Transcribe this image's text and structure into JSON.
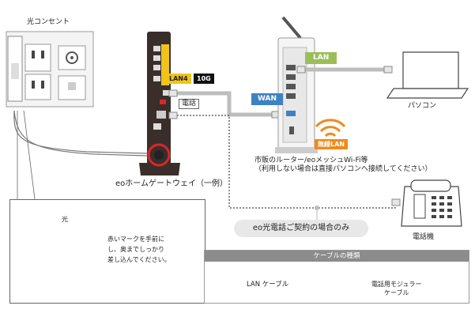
{
  "outlet": {
    "label": "光コンセント"
  },
  "gateway": {
    "label": "eoホームゲートウェイ（一例）",
    "lan_port_label": "LAN4",
    "lan_speed_badge": "10G",
    "phone_port_label": "電話"
  },
  "router": {
    "wan_tag": "WAN",
    "lan_tag": "LAN",
    "wireless_tag": "無線LAN",
    "caption_line1": "市販のルーター/eoメッシュWi-Fi等",
    "caption_line2": "（利用しない場合は直接パソコンへ接続してください）"
  },
  "pc": {
    "label": "パソコン"
  },
  "phone": {
    "label": "電話機",
    "contract_note": "eo光電話ご契約の場合のみ"
  },
  "callout": {
    "plug_label": "光",
    "instruction_line1": "赤いマークを手前に",
    "instruction_line2": "し、奥までしっかり",
    "instruction_line3": "差し込んでください。"
  },
  "legend": {
    "title": "ケーブルの種類",
    "lan_cable": "LAN ケーブル",
    "modular_cable_line1": "電話用モジュラー",
    "modular_cable_line2": "ケーブル"
  },
  "colors": {
    "gateway_body": "#3a2e2b",
    "accent_yellow": "#f0c419",
    "accent_red": "#d9262c",
    "wan_blue": "#3d83c2",
    "lan_green": "#9bbe5a",
    "wifi_orange": "#f08a1c",
    "cable_gray": "#bdbdbd"
  }
}
